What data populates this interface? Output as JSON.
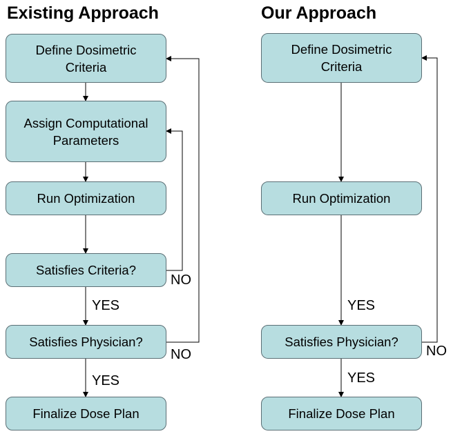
{
  "left": {
    "title": "Existing Approach",
    "boxes": {
      "define": "Define Dosimetric\nCriteria",
      "assign": "Assign Computational\nParameters",
      "run": "Run Optimization",
      "criteria": "Satisfies Criteria?",
      "physician": "Satisfies Physician?",
      "finalize": "Finalize Dose Plan"
    },
    "labels": {
      "yes1": "YES",
      "yes2": "YES",
      "no1": "NO",
      "no2": "NO"
    }
  },
  "right": {
    "title": "Our Approach",
    "boxes": {
      "define": "Define Dosimetric\nCriteria",
      "run": "Run Optimization",
      "physician": "Satisfies Physician?",
      "finalize": "Finalize Dose Plan"
    },
    "labels": {
      "yes1": "YES",
      "yes2": "YES",
      "no1": "NO"
    }
  },
  "colors": {
    "box_fill": "#b7dde0",
    "box_border": "#5a6e74",
    "connector": "#000000"
  }
}
